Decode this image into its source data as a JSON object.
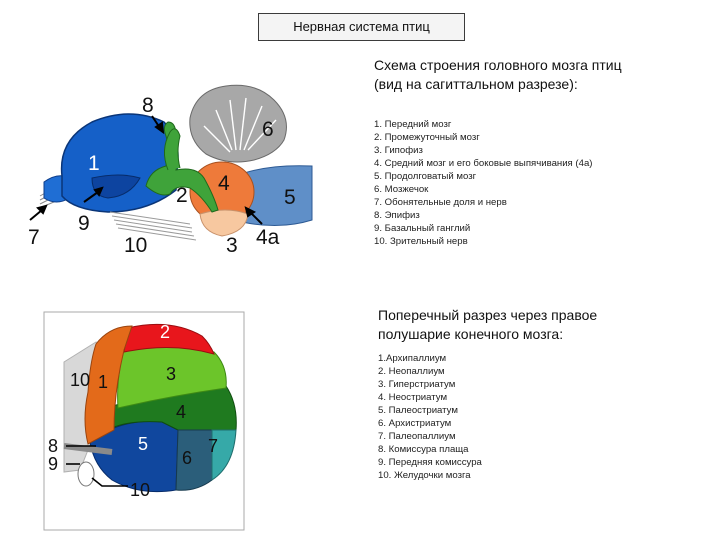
{
  "slide": {
    "title": "Нервная система птиц"
  },
  "sagittal": {
    "heading_line1": "Схема строения головного мозга птиц",
    "heading_line2": "(вид на сагиттальном разрезе):",
    "legend": [
      "1. Передний мозг",
      "2. Промежуточный мозг",
      "3. Гипофиз",
      "4. Средний мозг и его боковые выпячивания (4а)",
      "5. Продолговатый мозг",
      "6. Мозжечок",
      "7. Обонятельные доля и нерв",
      "8. Эпифиз",
      "9. Базальный ганглий",
      "10. Зрительный нерв"
    ],
    "labels": {
      "l1": "1",
      "l2": "2",
      "l3": "3",
      "l4": "4",
      "l4a": "4а",
      "l5": "5",
      "l6": "6",
      "l7": "7",
      "l8": "8",
      "l9": "9",
      "l10": "10"
    },
    "colors": {
      "forebrain": "#1560c8",
      "diencephalon_epiphysis": "#3fa33a",
      "midbrain": "#ee7a3a",
      "hypophysis_pale": "#f7c8a0",
      "medulla": "#5f8fc8",
      "cerebellum": "#a8a8a8"
    }
  },
  "transverse": {
    "heading_line1": "Поперечный разрез через правое",
    "heading_line2": "полушарие конечного мозга:",
    "legend": [
      "1.Архипаллиум",
      "2. Неопаллиум",
      "3. Гиперстриатум",
      "4. Неостриатум",
      "5. Палеостриатум",
      "6. Архистриатум",
      "7. Палеопаллиум",
      "8. Комиссура плаща",
      "9. Передняя комиссура",
      "10. Желудочки мозга"
    ],
    "labels": {
      "l1": "1",
      "l2": "2",
      "l3": "3",
      "l4": "4",
      "l5": "5",
      "l6": "6",
      "l7": "7",
      "l8": "8",
      "l9": "9",
      "l10": "10"
    },
    "colors": {
      "archipallium": "#e36a1a",
      "neopallium": "#e8161c",
      "hyperstriatum": "#6cc52a",
      "neostriatum": "#1f7a1f",
      "paleostriatum": "#10479e",
      "archistriatum": "#2b5e7a",
      "paleopallium": "#36a9a8"
    }
  }
}
